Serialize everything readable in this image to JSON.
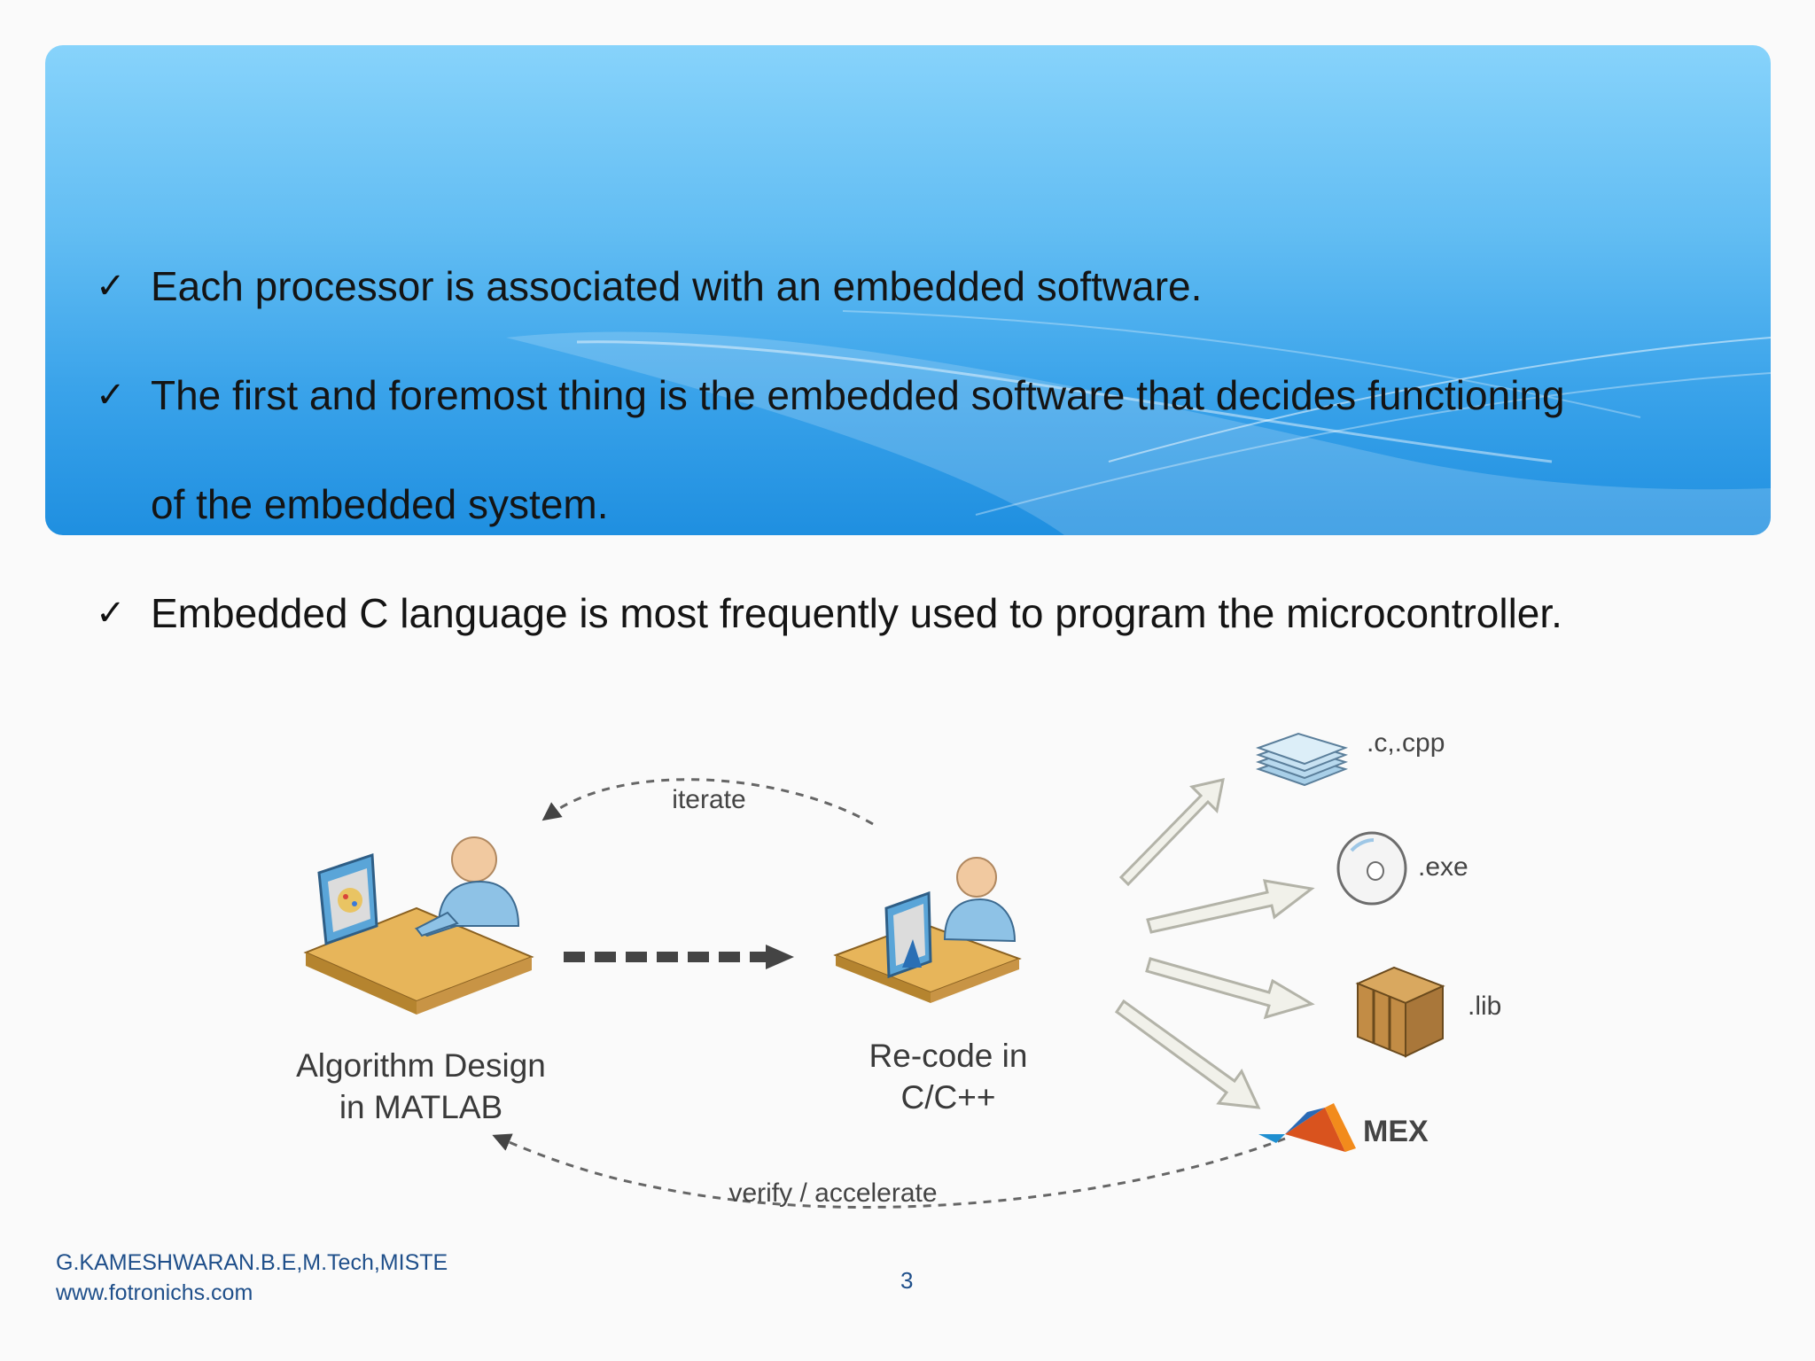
{
  "slide": {
    "bullets": [
      {
        "text": "Each processor is associated with an embedded software."
      },
      {
        "text": "The first and foremost thing is the embedded software that decides functioning of the embedded system."
      },
      {
        "text": "Embedded C language is most frequently used to program the microcontroller."
      }
    ],
    "check_glyph": "✓",
    "page_number": "3"
  },
  "diagram": {
    "iterate_label": "iterate",
    "verify_label": "verify / accelerate",
    "algorithm_label_line1": "Algorithm Design",
    "algorithm_label_line2": "in MATLAB",
    "recode_label_line1": "Re-code in",
    "recode_label_line2": "C/C++",
    "outputs": {
      "source": ".c,.cpp",
      "exe": ".exe",
      "lib": ".lib",
      "mex": "MEX"
    },
    "icons": [
      "stacked-files-icon",
      "disc-icon",
      "box-icon",
      "matlab-logo-icon",
      "workstation-user-icon"
    ]
  },
  "footer": {
    "author": "G.KAMESHWARAN.B.E,M.Tech,MISTE",
    "url": "www.fotronichs.com"
  },
  "colors": {
    "banner_top": "#87d3fb",
    "banner_bottom": "#1f8fe0",
    "footer_text": "#1f4f8a"
  }
}
